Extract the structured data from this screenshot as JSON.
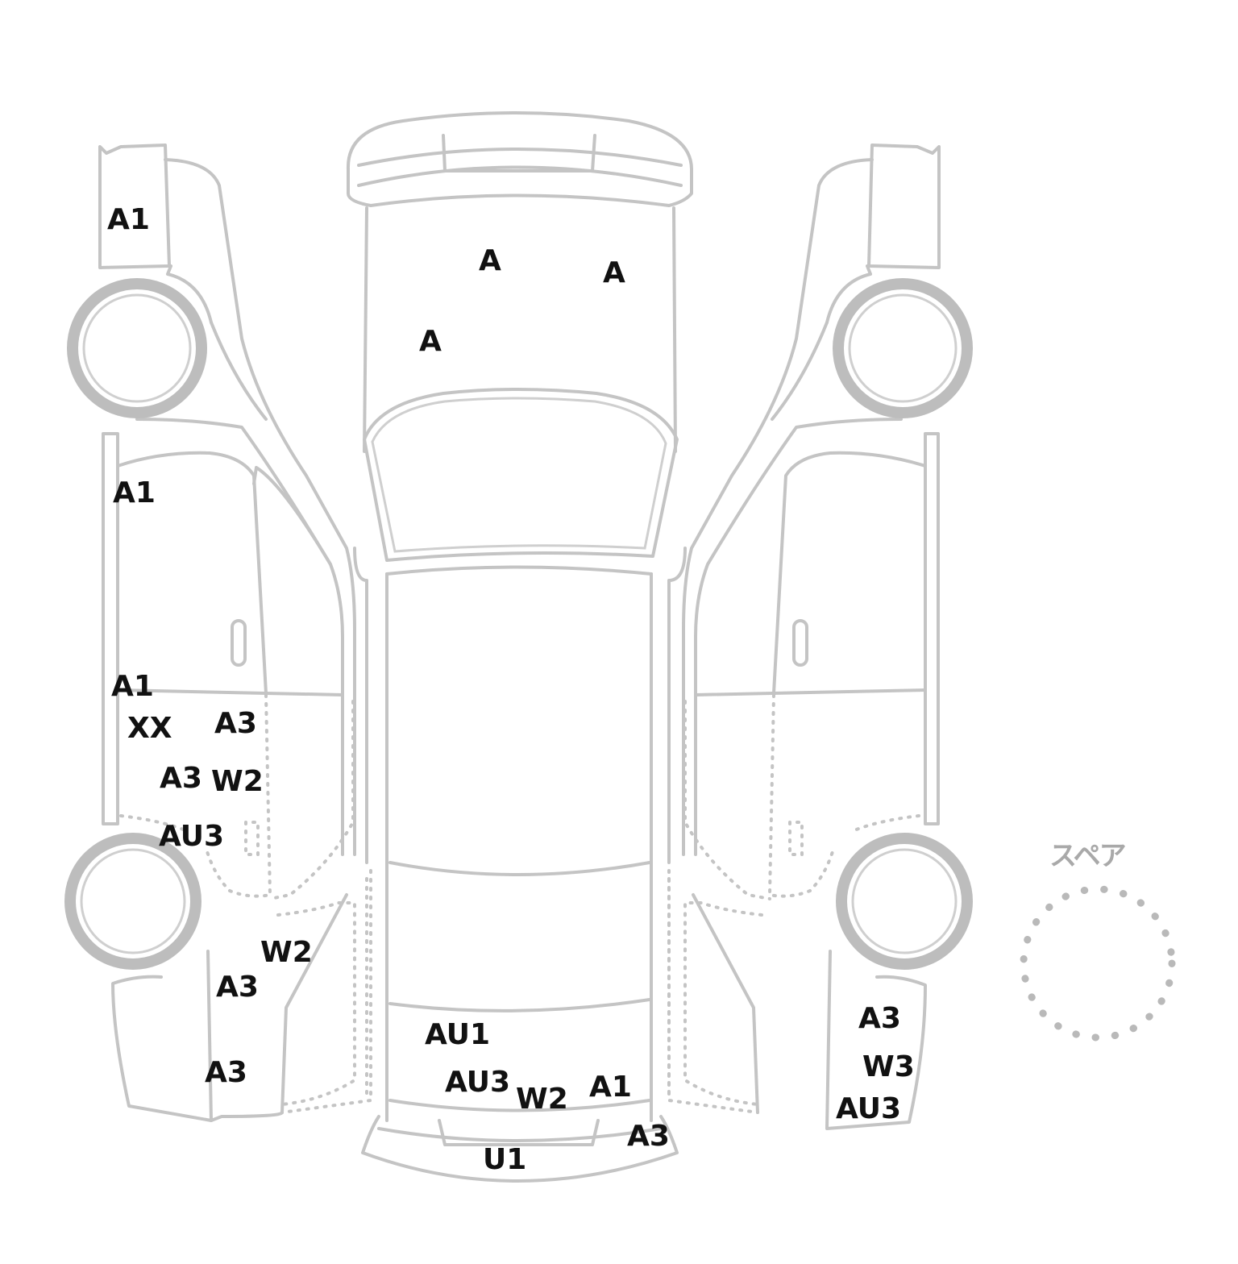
{
  "spare_label": "スペア",
  "marks": [
    {
      "id": "left-front-fender-1",
      "text": "A1"
    },
    {
      "id": "hood-1",
      "text": "A"
    },
    {
      "id": "hood-2",
      "text": "A"
    },
    {
      "id": "hood-3",
      "text": "A"
    },
    {
      "id": "left-front-door-1",
      "text": "A1"
    },
    {
      "id": "left-front-door-2",
      "text": "A1"
    },
    {
      "id": "left-rocker-1",
      "text": "XX"
    },
    {
      "id": "left-rear-door-1",
      "text": "A3"
    },
    {
      "id": "left-rear-door-2",
      "text": "A3"
    },
    {
      "id": "left-rear-door-3",
      "text": "W2"
    },
    {
      "id": "left-rear-door-4",
      "text": "AU3"
    },
    {
      "id": "left-quarter-1",
      "text": "W2"
    },
    {
      "id": "left-quarter-2",
      "text": "A3"
    },
    {
      "id": "left-rear-bumper-1",
      "text": "A3"
    },
    {
      "id": "trunk-1",
      "text": "AU1"
    },
    {
      "id": "trunk-2",
      "text": "AU3"
    },
    {
      "id": "trunk-3",
      "text": "W2"
    },
    {
      "id": "trunk-4",
      "text": "A1"
    },
    {
      "id": "rear-bumper-1",
      "text": "A3"
    },
    {
      "id": "rear-bumper-2",
      "text": "U1"
    },
    {
      "id": "right-rear-bumper-1",
      "text": "A3"
    },
    {
      "id": "right-rear-bumper-2",
      "text": "W3"
    },
    {
      "id": "right-rear-bumper-3",
      "text": "AU3"
    }
  ]
}
